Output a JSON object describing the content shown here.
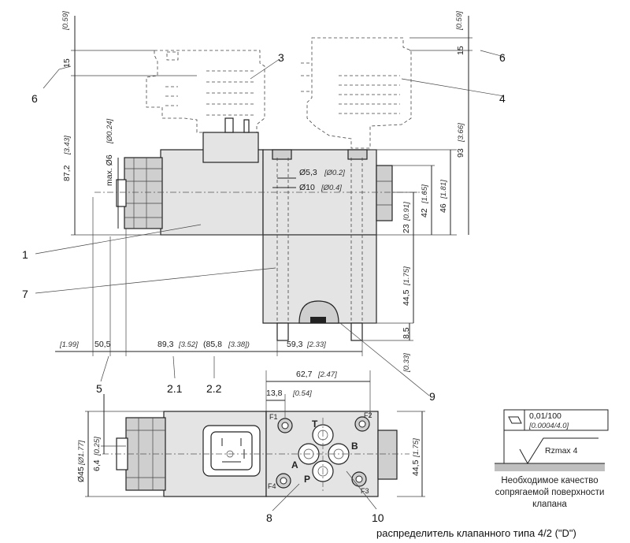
{
  "side_view": {
    "dims": {
      "d_0_59_left": "[0.59]",
      "d_15_left": "15",
      "d_87_2": "87,2",
      "d_87_2_in": "[3.43]",
      "d_max_06": "max. Ø6",
      "d_max_06_in": "[Ø0.24]",
      "d_5_3": "Ø5,3",
      "d_5_3_in": "[Ø0.2]",
      "d_010": "Ø10",
      "d_010_in": "[Ø0.4]",
      "d_0_59_right": "[0.59]",
      "d_15_right": "15",
      "d_93": "93",
      "d_93_in": "[3.66]",
      "d_46": "46",
      "d_46_in": "[1.81]",
      "d_42": "42",
      "d_42_in": "[1.65]",
      "d_23": "23",
      "d_23_in": "[0.91]",
      "d_44_5": "44,5",
      "d_44_5_in": "[1.75]",
      "d_8_5": "8,5",
      "d_0_33": "[0.33]",
      "d_1_99": "[1.99]",
      "d_50_5": "50,5",
      "d_89_3": "89,3",
      "d_89_3_in": "[3.52]",
      "d_85_8": "(85,8",
      "d_85_8_in": "[3.38])",
      "d_59_3": "59,3",
      "d_59_3_in": "[2.33]"
    },
    "callouts": {
      "c1": "1",
      "c3": "3",
      "c4": "4",
      "c6a": "6",
      "c6b": "6",
      "c7": "7",
      "c5": "5",
      "c2_1": "2.1",
      "c2_2": "2.2",
      "c9": "9"
    }
  },
  "top_view": {
    "dims": {
      "d_62_7": "62,7",
      "d_62_7_in": "[2.47]",
      "d_13_8": "13,8",
      "d_13_8_in": "[0.54]",
      "d_045": "Ø45",
      "d_045_in": "[Ø1.77]",
      "d_6_4": "6,4",
      "d_6_4_in": "[0.25]",
      "d_44_5": "44,5",
      "d_44_5_in": "[1.75]"
    },
    "ports": {
      "t": "T",
      "a": "A",
      "b": "B",
      "p": "P"
    },
    "fixings": {
      "f1": "F1",
      "f2": "F2",
      "f3": "F3",
      "f4": "F4"
    },
    "callouts": {
      "c8": "8",
      "c10": "10"
    }
  },
  "surface_spec": {
    "flatness": "0,01/100",
    "flatness_in": "[0.0004/4.0]",
    "roughness": "Rzmax  4",
    "note_lines": [
      "Необходимое качество",
      "сопрягаемой поверхности",
      "клапана"
    ]
  },
  "caption": "распределитель клапанного типа 4/2 (\"D\")"
}
